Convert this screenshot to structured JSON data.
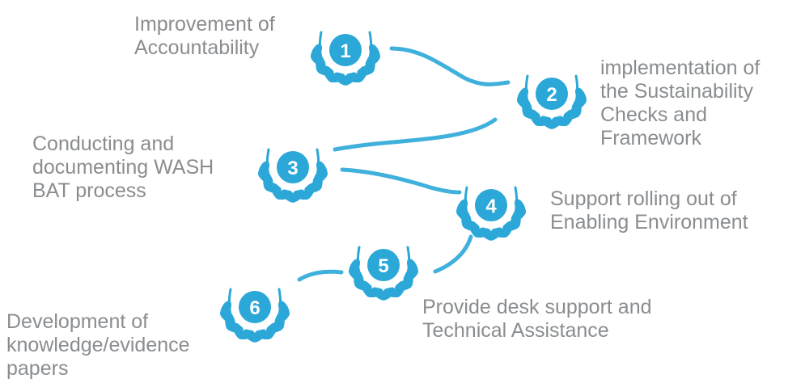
{
  "colors": {
    "accent": "#2ba7d8",
    "text": "#8a8d90",
    "number": "#ffffff"
  },
  "steps": [
    {
      "number": "1",
      "lines": [
        "Improvement of",
        "Accountability"
      ]
    },
    {
      "number": "2",
      "lines": [
        "implementation of",
        "the Sustainability",
        "Checks and",
        "Framework"
      ]
    },
    {
      "number": "3",
      "lines": [
        "Conducting and",
        "documenting WASH",
        "BAT process"
      ]
    },
    {
      "number": "4",
      "lines": [
        "Support rolling out of",
        "Enabling Environment"
      ]
    },
    {
      "number": "5",
      "lines": [
        "Provide desk support and",
        "Technical Assistance"
      ]
    },
    {
      "number": "6",
      "lines": [
        "Development of",
        "knowledge/evidence",
        "papers"
      ]
    }
  ]
}
